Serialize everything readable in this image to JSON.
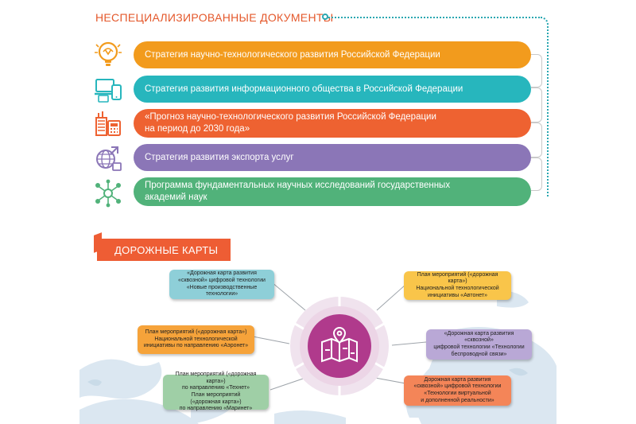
{
  "colors": {
    "orange": "#f29b1d",
    "teal": "#27b6bd",
    "red_orange": "#ee6231",
    "purple": "#8b76b7",
    "green": "#51b27a",
    "hub_magenta": "#b03a8c",
    "accent": "#e4582b"
  },
  "section_docs": {
    "title": "НЕСПЕЦИАЛИЗИРОВАННЫЕ ДОКУМЕНТЫ",
    "items": [
      {
        "icon": "brain-bulb-icon",
        "lines": [
          "Стратегия научно-технологического развития Российской Федерации"
        ]
      },
      {
        "icon": "devices-icon",
        "lines": [
          "Стратегия развития информационного общества в Российской Федерации"
        ]
      },
      {
        "icon": "factory-forecast-icon",
        "lines": [
          "«Прогноз научно-технологического развития Российской Федерации",
          "на период до 2030 года»"
        ]
      },
      {
        "icon": "globe-export-icon",
        "lines": [
          "Стратегия развития экспорта услуг"
        ]
      },
      {
        "icon": "network-nodes-icon",
        "lines": [
          "Программа фундаментальных научных исследований государственных",
          "академий наук"
        ]
      }
    ]
  },
  "section_roadmaps": {
    "title": "ДОРОЖНЫЕ КАРТЫ",
    "hub_icon": "map-pin-icon",
    "boxes": [
      {
        "lines": [
          "«Дорожная карта развития",
          "«сквозной» цифровой технологии",
          "«Новые производственные",
          "технологии»"
        ]
      },
      {
        "lines": [
          "План мероприятий («дорожная карта»)",
          "Национальной технологической",
          "инициативы «Автонет»"
        ]
      },
      {
        "lines": [
          "План мероприятий («дорожная карта»)",
          "Национальной технологической",
          "инициативы по направлению «Аэронет»"
        ]
      },
      {
        "lines": [
          "«Дорожная карта развития «сквозной»",
          "цифровой технологии «Технологии",
          "беспроводной связи»"
        ]
      },
      {
        "lines": [
          "План мероприятий («дорожная карта»)",
          "по направлению «Технет»",
          "План мероприятий",
          "(«дорожная карта»)",
          "по направлению «Маринет»"
        ]
      },
      {
        "lines": [
          "Дорожная карта развития",
          "«сквозной» цифровой технологии",
          "«Технологии виртуальной",
          "и дополненной реальности»"
        ]
      }
    ]
  }
}
